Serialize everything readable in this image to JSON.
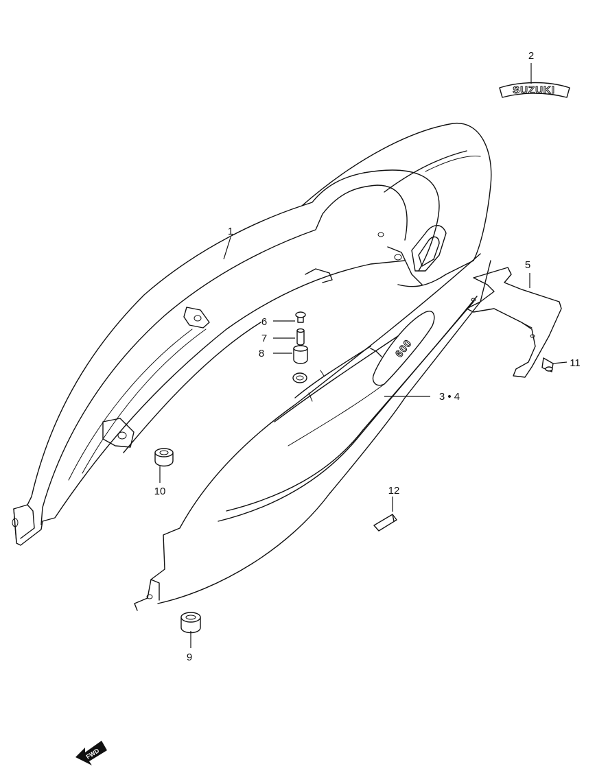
{
  "callouts": [
    {
      "id": "c1",
      "label": "1"
    },
    {
      "id": "c2",
      "label": "2"
    },
    {
      "id": "c34",
      "label": "3 • 4"
    },
    {
      "id": "c5",
      "label": "5"
    },
    {
      "id": "c6",
      "label": "6"
    },
    {
      "id": "c7",
      "label": "7"
    },
    {
      "id": "c8",
      "label": "8"
    },
    {
      "id": "c9",
      "label": "9"
    },
    {
      "id": "c10",
      "label": "10"
    },
    {
      "id": "c11",
      "label": "11"
    },
    {
      "id": "c12",
      "label": "12"
    }
  ],
  "emblem": {
    "text": "SUZUKI"
  },
  "cowl_badge": {
    "text": "600"
  },
  "direction": {
    "text": "FWD",
    "icon": "fwd-arrow-icon"
  }
}
